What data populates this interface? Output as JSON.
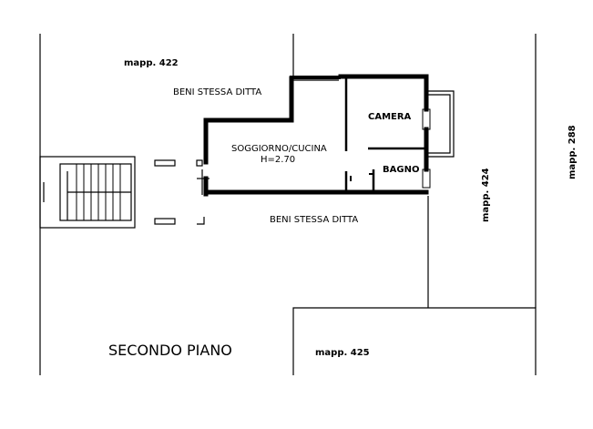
{
  "labels": {
    "mapp_422": "mapp. 422",
    "beni_top": "BENI STESSA DITTA",
    "camera": "CAMERA",
    "soggiorno": "SOGGIORNO/CUCINA",
    "height": "H=2.70",
    "bagno": "BAGNO",
    "beni_bottom": "BENI STESSA DITTA",
    "mapp_424": "mapp. 424",
    "mapp_288": "mapp. 288",
    "secondo_piano": "SECONDO PIANO",
    "mapp_425": "mapp. 425"
  }
}
